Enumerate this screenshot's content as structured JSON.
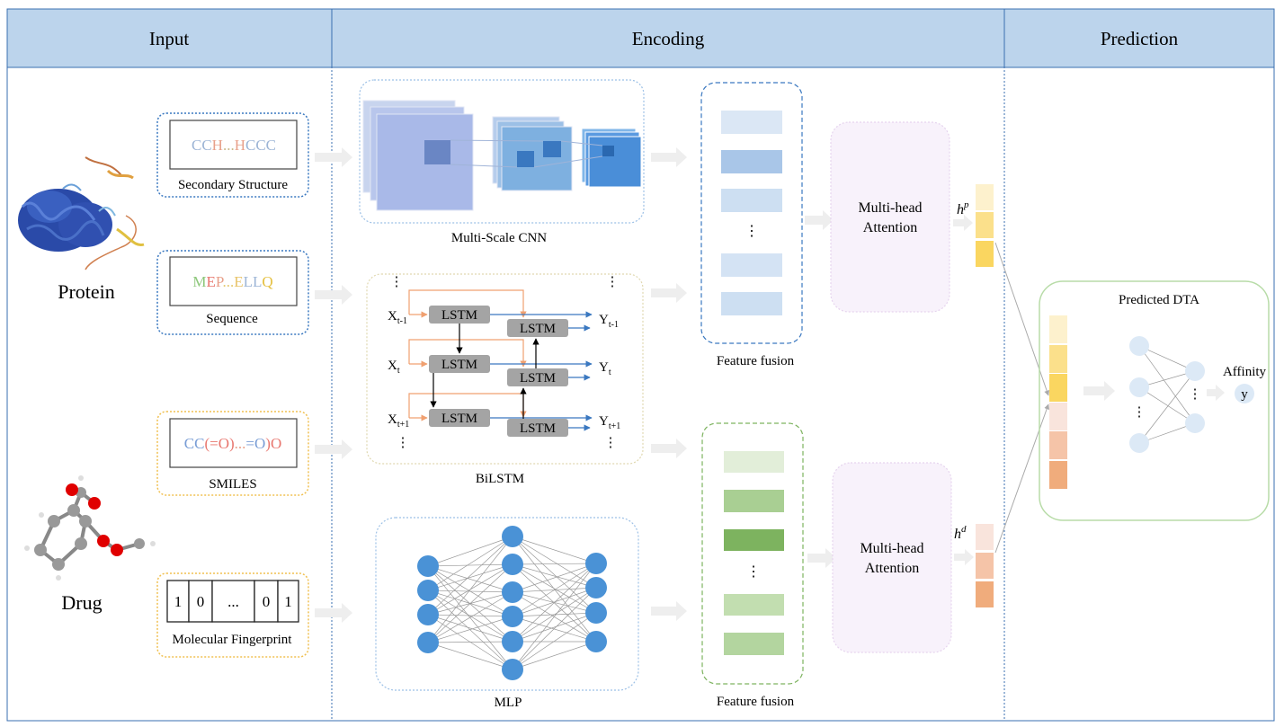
{
  "headers": {
    "input": "Input",
    "encoding": "Encoding",
    "prediction": "Prediction"
  },
  "protein": {
    "label": "Protein",
    "secondary_structure": {
      "caption": "Secondary Structure",
      "seq": [
        {
          "t": "CC",
          "c": "#9db5d6"
        },
        {
          "t": "H",
          "c": "#e8a08a"
        },
        {
          "t": "...",
          "c": "#c9b98a"
        },
        {
          "t": "H",
          "c": "#e8a08a"
        },
        {
          "t": "CCC",
          "c": "#9db5d6"
        }
      ]
    },
    "sequence": {
      "caption": "Sequence",
      "seq": [
        {
          "t": "M",
          "c": "#8dc77b"
        },
        {
          "t": "E",
          "c": "#e8766e"
        },
        {
          "t": "P",
          "c": "#e8a08a"
        },
        {
          "t": "...",
          "c": "#e5c870"
        },
        {
          "t": "E",
          "c": "#e8c46a"
        },
        {
          "t": "L",
          "c": "#9db5d6"
        },
        {
          "t": "L",
          "c": "#9db5d6"
        },
        {
          "t": "Q",
          "c": "#e5c040"
        }
      ]
    }
  },
  "drug": {
    "label": "Drug",
    "smiles": {
      "caption": "SMILES",
      "seq": [
        {
          "t": "CC",
          "c": "#7a9ed6"
        },
        {
          "t": "(=O)",
          "c": "#e8766e"
        },
        {
          "t": "...",
          "c": "#e8a08a"
        },
        {
          "t": "=O",
          "c": "#7a9ed6"
        },
        {
          "t": ")",
          "c": "#e8766e"
        },
        {
          "t": "O",
          "c": "#e8766e"
        }
      ]
    },
    "fingerprint": {
      "caption": "Molecular Fingerprint",
      "cells": [
        {
          "t": "1",
          "c": "#e8766e"
        },
        {
          "t": "0",
          "c": "#e8a08a"
        },
        {
          "t": "...",
          "c": "#7a9ed6"
        },
        {
          "t": "0",
          "c": "#e8766e"
        },
        {
          "t": "1",
          "c": "#e5c040"
        }
      ]
    }
  },
  "encoding": {
    "cnn_label": "Multi-Scale CNN",
    "bilstm_label": "BiLSTM",
    "mlp_label": "MLP",
    "lstm_cell": "LSTM",
    "x_labels": [
      {
        "b": "X",
        "s": "t-1"
      },
      {
        "b": "X",
        "s": "t"
      },
      {
        "b": "X",
        "s": "t+1"
      }
    ],
    "y_labels": [
      {
        "b": "Y",
        "s": "t-1"
      },
      {
        "b": "Y",
        "s": "t"
      },
      {
        "b": "Y",
        "s": "t+1"
      }
    ],
    "fusion_label": "Feature fusion",
    "attention_label_1": "Multi-head",
    "attention_label_2": "Attention",
    "hp": {
      "b": "h",
      "s": "p"
    },
    "hd": {
      "b": "h",
      "s": "d"
    },
    "vdots": "⋮"
  },
  "prediction": {
    "title": "Predicted DTA",
    "affinity": "Affinity",
    "y": "y"
  },
  "colors": {
    "header_bg": "#bcd4ec",
    "protein_blue": "#a9c6e8",
    "drug_green": "#a9cf93",
    "drug_green_dark": "#7db35f",
    "attention_bg": "#f8f2fb",
    "hp_colors": [
      "#fdf1cd",
      "#fbe08b",
      "#fad660"
    ],
    "hd_colors": [
      "#f9e4dc",
      "#f5c4a8",
      "#f0ac7c"
    ],
    "mlp_node": "#4a92d6",
    "lstm_cell": "#a4a4a4"
  }
}
